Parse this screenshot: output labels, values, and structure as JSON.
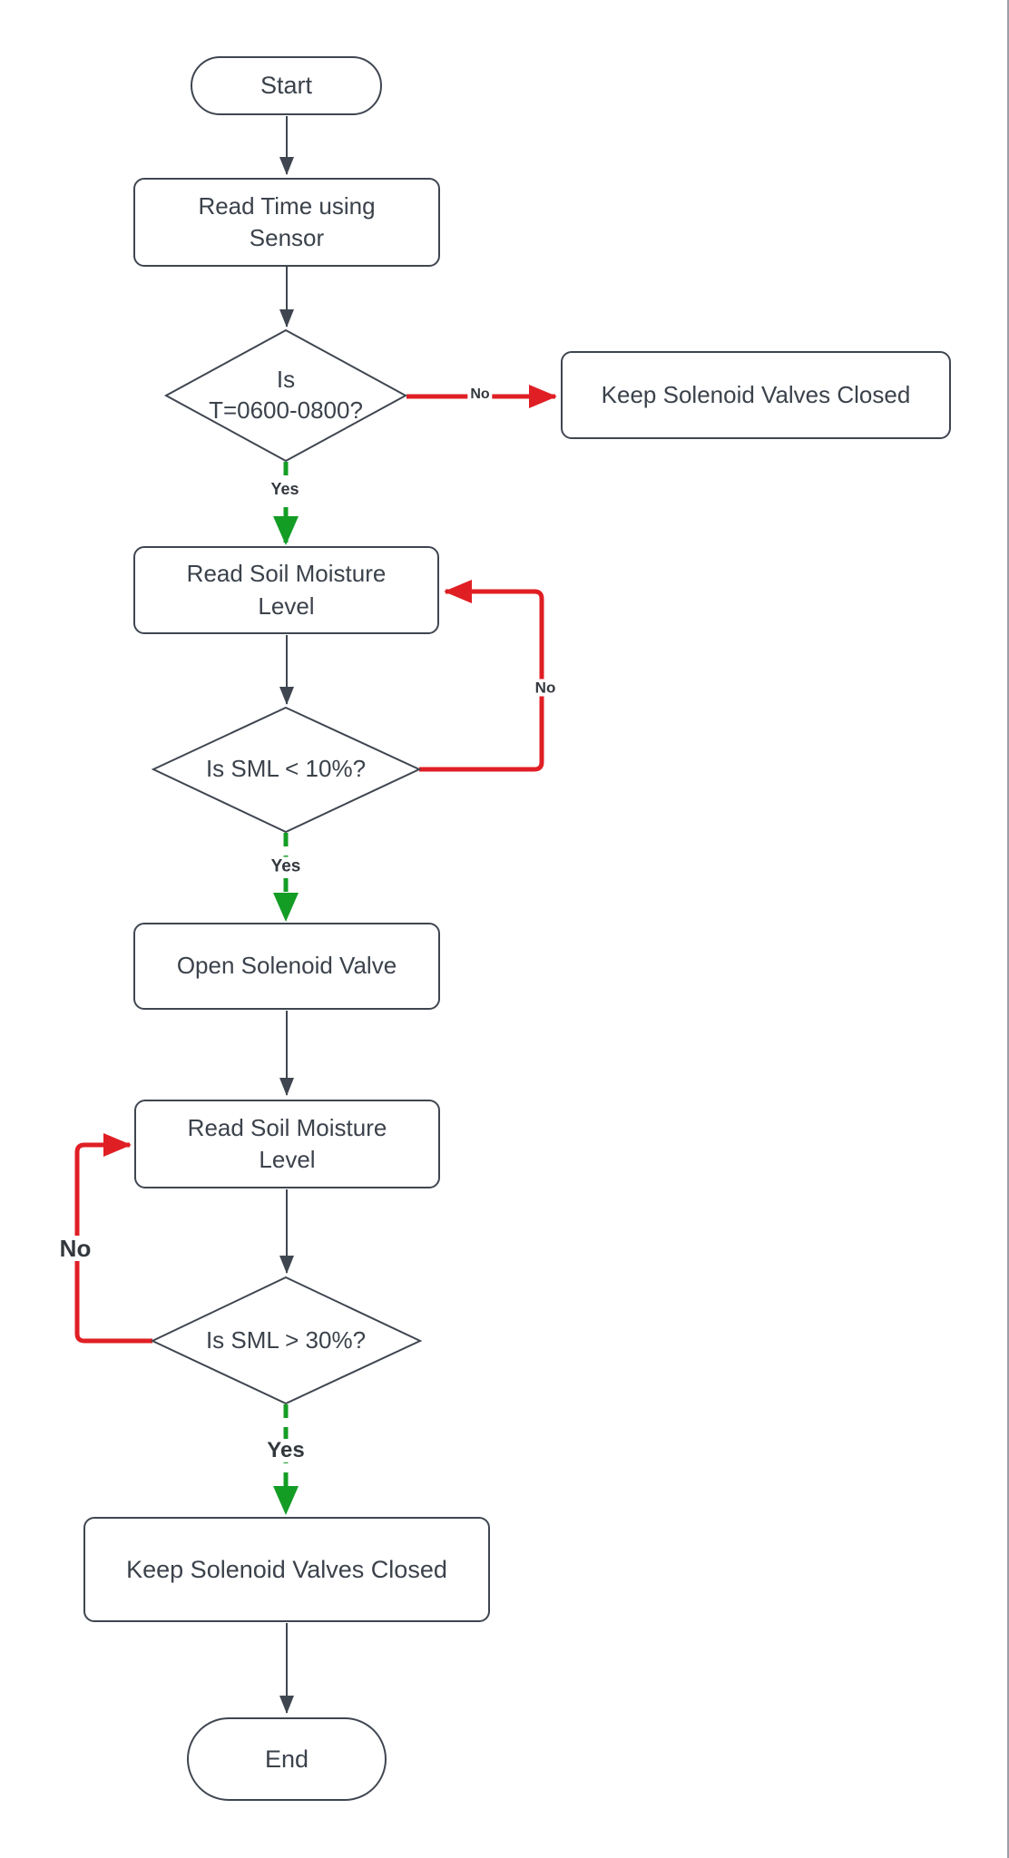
{
  "title": "Soil moisture irrigation flowchart",
  "colors": {
    "background": "#ffffff",
    "shape_stroke": "#3f4650",
    "shape_fill": "#ffffff",
    "text": "#3b424b",
    "no_edge_red": "#e01f25",
    "yes_edge_green": "#149d25",
    "page_edge_gray": "#9aa0a6"
  },
  "nodes": {
    "start": {
      "label": "Start",
      "type": "terminator"
    },
    "read_time": {
      "label": "Read Time using\nSensor",
      "type": "process"
    },
    "decision_time": {
      "label": "Is\nT=0600-0800?",
      "type": "decision"
    },
    "keep_closed_right": {
      "label": "Keep Solenoid Valves Closed",
      "type": "process"
    },
    "read_sml_1": {
      "label": "Read Soil Moisture\nLevel",
      "type": "process"
    },
    "decision_sml_low": {
      "label": "Is SML < 10%?",
      "type": "decision"
    },
    "open_valve": {
      "label": "Open Solenoid Valve",
      "type": "process"
    },
    "read_sml_2": {
      "label": "Read Soil Moisture\nLevel",
      "type": "process"
    },
    "decision_sml_high": {
      "label": "Is SML > 30%?",
      "type": "decision"
    },
    "keep_closed_bottom": {
      "label": "Keep Solenoid Valves Closed",
      "type": "process"
    },
    "end": {
      "label": "End",
      "type": "terminator"
    }
  },
  "edge_labels": {
    "no_time": "No",
    "yes_time": "Yes",
    "no_sml_low": "No",
    "yes_sml_low": "Yes",
    "no_sml_high": "No",
    "yes_sml_high": "Yes"
  }
}
